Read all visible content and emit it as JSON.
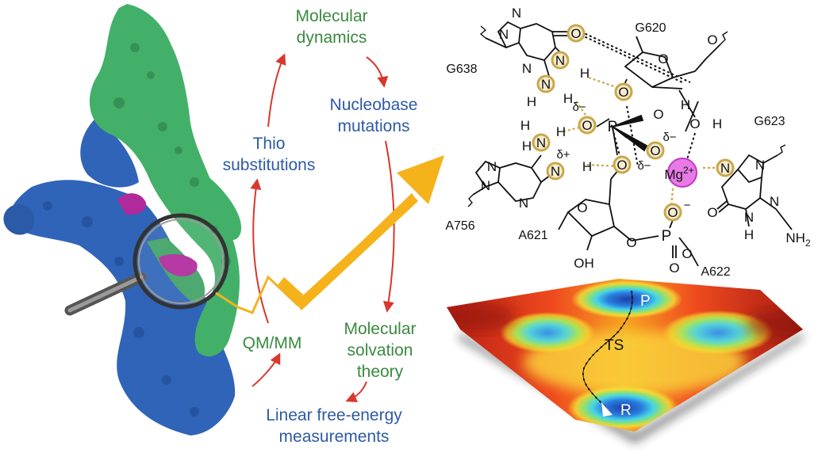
{
  "colors": {
    "rna_green": "#43b06a",
    "rna_blue": "#2f64b8",
    "rna_magenta": "#b02a9c",
    "cycle_arrow": "#d8382e",
    "label_green": "#3a8a3f",
    "label_blue": "#2e5aa6",
    "big_arrow": "#f5b21b",
    "atom_highlight": "#c9a84a",
    "mg_fill": "#e77ae6"
  },
  "cycle": {
    "molecular_dynamics": [
      "Molecular",
      "dynamics"
    ],
    "nucleobase_mutations": [
      "Nucleobase",
      "mutations"
    ],
    "molecular_solvation": [
      "Molecular",
      "solvation",
      "theory"
    ],
    "linear_free_energy": [
      "Linear free-energy",
      "measurements"
    ],
    "qm_mm": "QM/MM",
    "thio_substitutions": [
      "Thio",
      "substitutions"
    ]
  },
  "mechanism": {
    "residues": {
      "g638": "G638",
      "g620": "G620",
      "g623": "G623",
      "a756": "A756",
      "a621": "A621",
      "a622": "A622"
    },
    "atoms": {
      "o": "O",
      "n": "N",
      "h": "H",
      "p": "P",
      "oh": "OH",
      "nh2": "NH",
      "nh2_sub": "2",
      "mg": "Mg",
      "mg_charge": "2+"
    },
    "charges": {
      "delta_minus": "δ−",
      "delta_plus": "δ+",
      "minus": "−"
    }
  },
  "energy_surface": {
    "product": "P",
    "transition_state": "TS",
    "reactant": "R"
  },
  "icons": [
    "magnifier-icon",
    "rna-ribozyme-surface",
    "energy-landscape"
  ]
}
